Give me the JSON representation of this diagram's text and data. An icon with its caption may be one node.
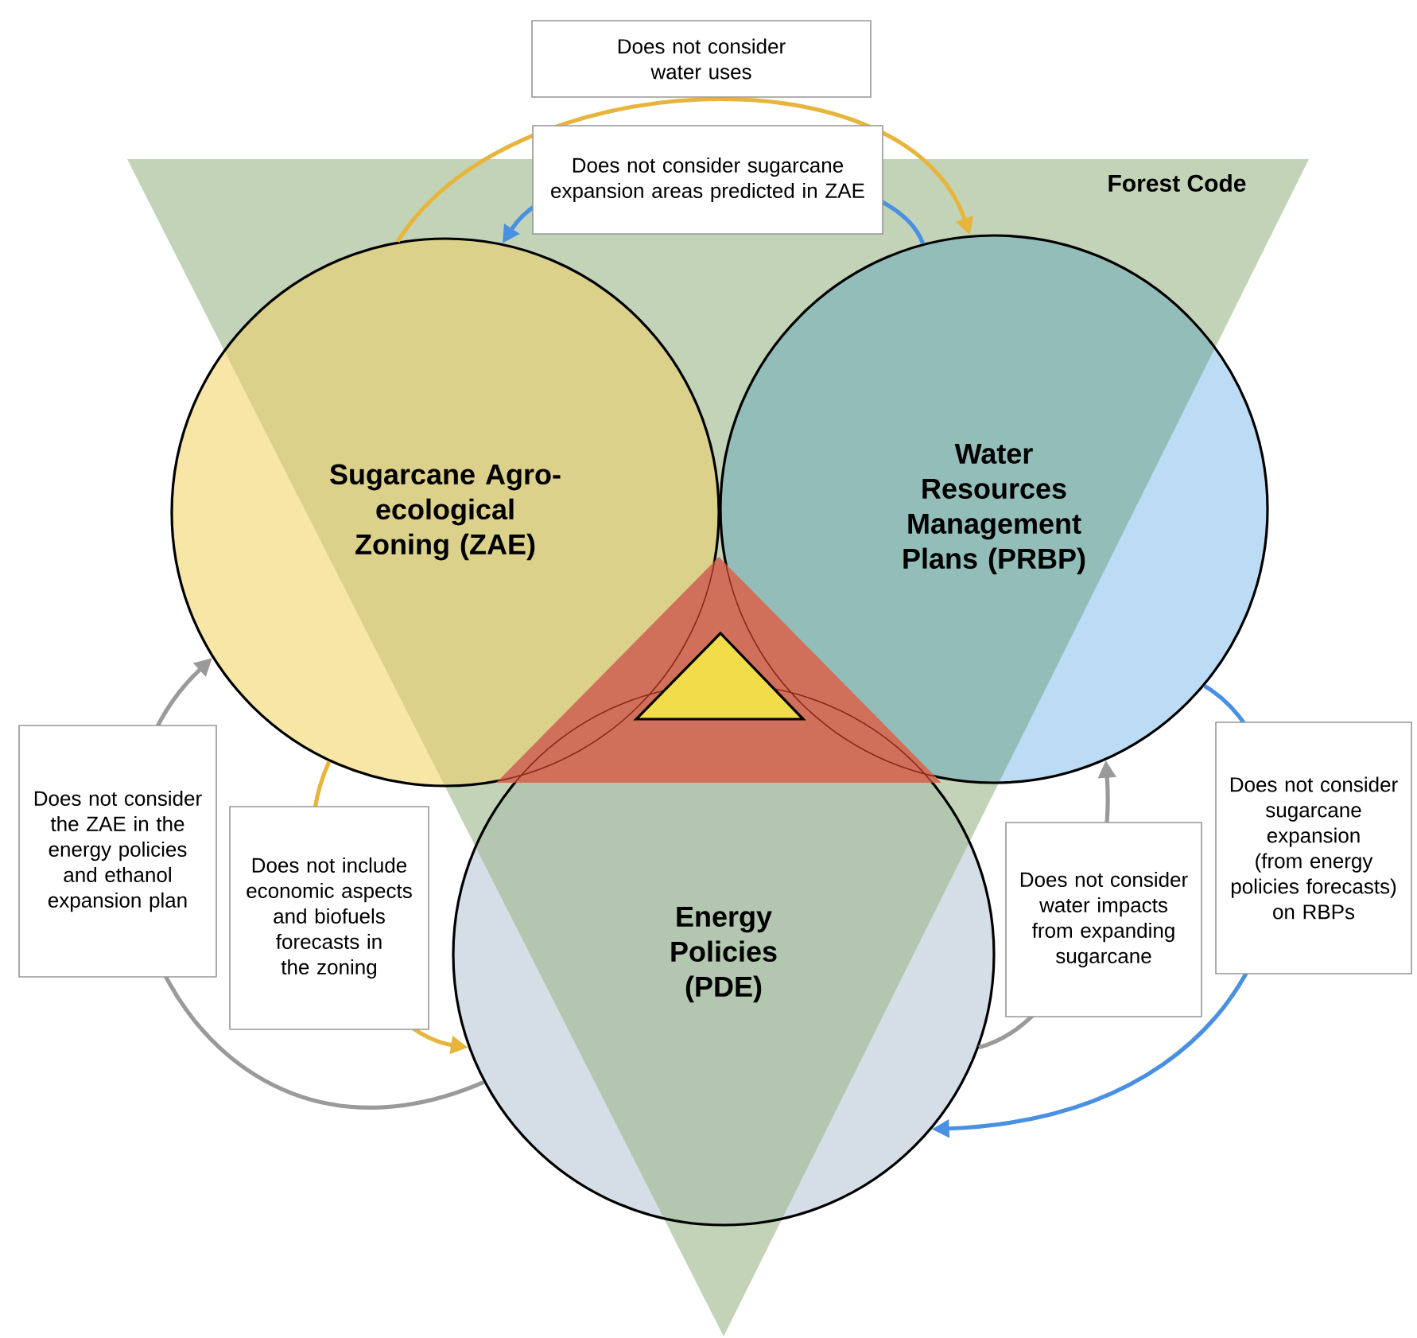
{
  "diagram": {
    "nodes": [
      {
        "text": [
          "Forest Code"
        ]
      },
      {
        "text": [
          "Sugarcane Agro-ecological Zoning (ZAE)"
        ]
      },
      {
        "text": [
          "Water Resources Management Plans (PRBP)"
        ]
      },
      {
        "text": [
          "Energy Policies (PDE)"
        ]
      }
    ],
    "edges": [
      {
        "from": 1,
        "to": 2,
        "arrow": "to",
        "color": "#e8b53c",
        "label": "Does not consider water uses"
      },
      {
        "from": 2,
        "to": 1,
        "arrow": "to",
        "color": "#4a90e2",
        "label": "Does not consider sugarcane expansion areas predicted in ZAE"
      },
      {
        "from": 3,
        "to": 1,
        "arrow": "to",
        "color": "#9a9a9a",
        "label": "Does not consider the ZAE in the energy policies and ethanol expansion plan"
      },
      {
        "from": 1,
        "to": 3,
        "arrow": "to",
        "color": "#e8b53c",
        "label": "Does not include economic aspects and biofuels forecasts in the zoning"
      },
      {
        "from": 3,
        "to": 2,
        "arrow": "to",
        "color": "#9a9a9a",
        "label": "Does not consider water impacts from expanding sugarcane"
      },
      {
        "from": 2,
        "to": 3,
        "arrow": "to",
        "color": "#4a90e2",
        "label": "Does not consider sugarcane expansion (from energy policies forecasts) on RBPs"
      }
    ]
  }
}
